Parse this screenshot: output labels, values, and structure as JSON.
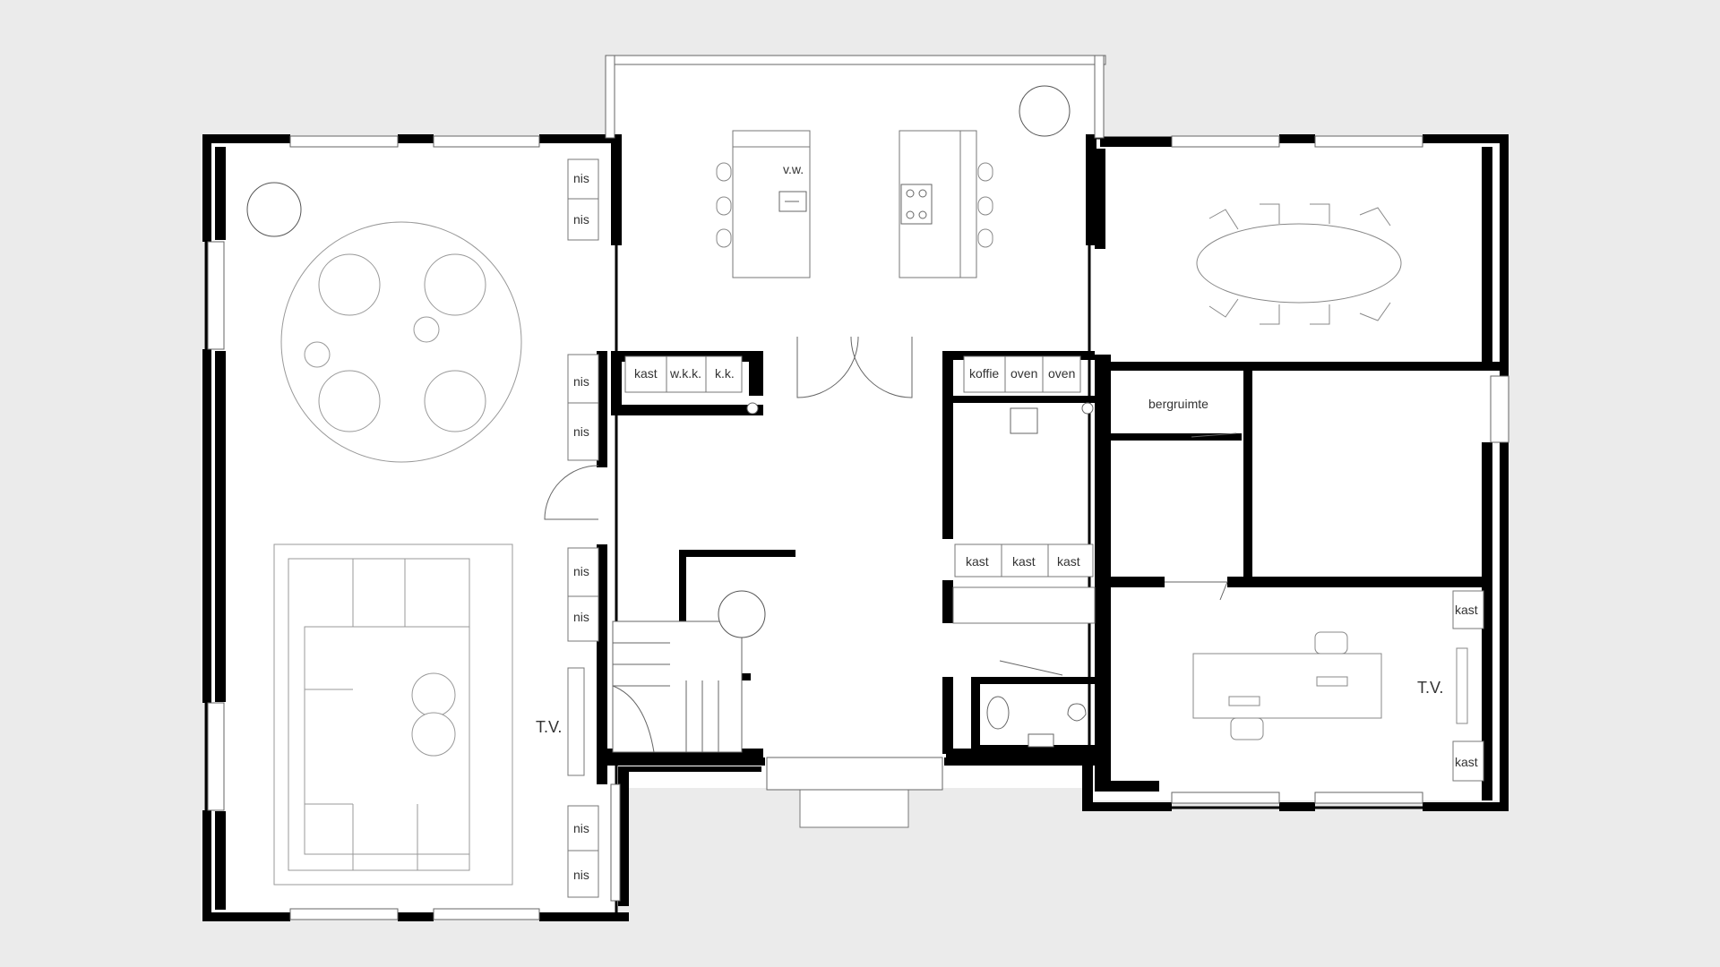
{
  "labels": {
    "nis": "nis",
    "kast": "kast",
    "wkk": "w.k.k.",
    "kk": "k.k.",
    "koffie": "koffie",
    "oven": "oven",
    "vw": "v.w.",
    "bergruimte": "bergruimte",
    "tv": "T.V."
  },
  "colors": {
    "background": "#ebebeb",
    "floor": "#ffffff",
    "wall": "#000000",
    "furniture_line": "#888888",
    "text": "#333333"
  },
  "icons": [
    "plant-icon",
    "sink-icon",
    "cooktop-icon",
    "toilet-icon",
    "urinal-icon",
    "drain-icon"
  ]
}
